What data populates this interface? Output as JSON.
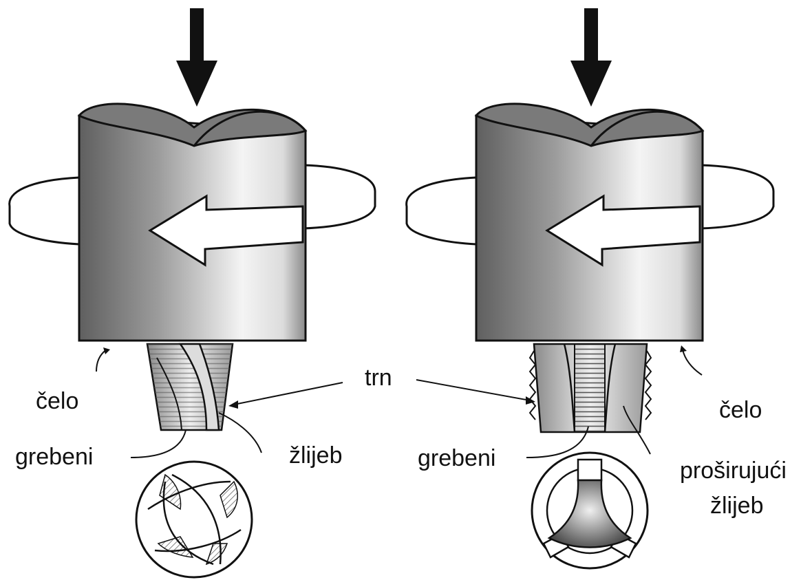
{
  "labels": {
    "left_face": "čelo",
    "left_crests": "grebeni",
    "left_flute": "žlijeb",
    "center_land": "trn",
    "right_crests": "grebeni",
    "right_face": "čelo",
    "right_flute_line1": "proširujući",
    "right_flute_line2": "žlijeb"
  },
  "colors": {
    "ink": "#111111",
    "body_light": "#f2f2f2",
    "body_dark": "#6e6e6e",
    "top_dark": "#7a7a7a",
    "hatch": "#555555"
  }
}
